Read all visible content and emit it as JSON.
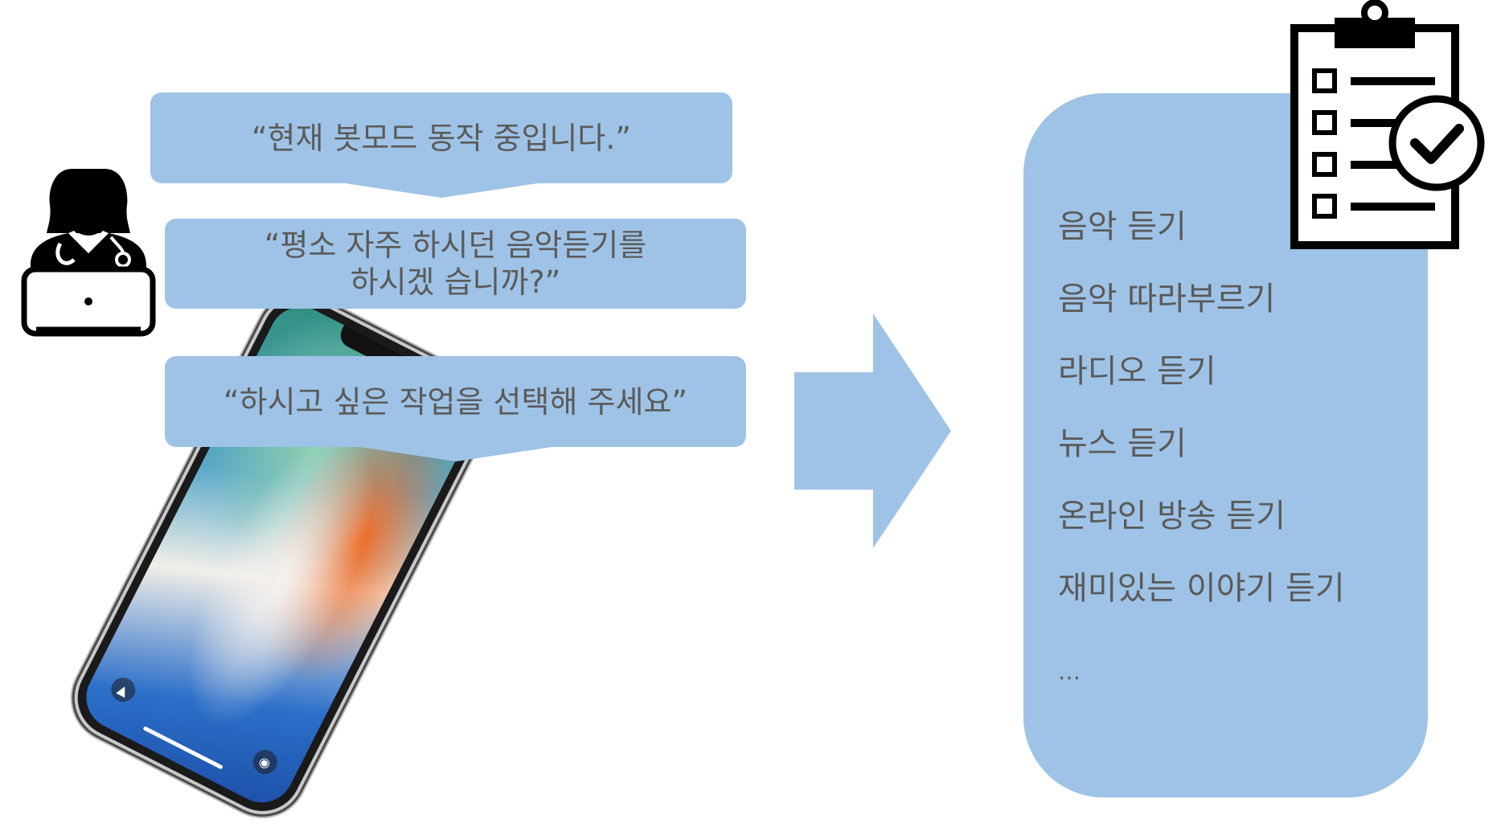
{
  "bubbles": [
    {
      "text": "“현재 봇모드 동작 중입니다.”"
    },
    {
      "text": "“평소 자주 하시던 음악듣기를\n하시겠 습니까?”"
    },
    {
      "text": "“하시고 싶은 작업을 선택해 주세요”"
    }
  ],
  "options": [
    "음악 듣기",
    "음악 따라부르기",
    "라디오 듣기",
    "뉴스 듣기",
    "온라인 방송 듣기",
    "재미있는 이야기 듣기",
    "…"
  ],
  "colors": {
    "bubble": "#9fc3e6",
    "panel": "#9fc3e6",
    "arrow": "#9fc3e6",
    "text": "#5a5a5a",
    "icon": "#000000"
  },
  "icons": [
    "operator-with-laptop-icon",
    "smartphone-icon",
    "right-arrow-icon",
    "checklist-clipboard-icon"
  ]
}
